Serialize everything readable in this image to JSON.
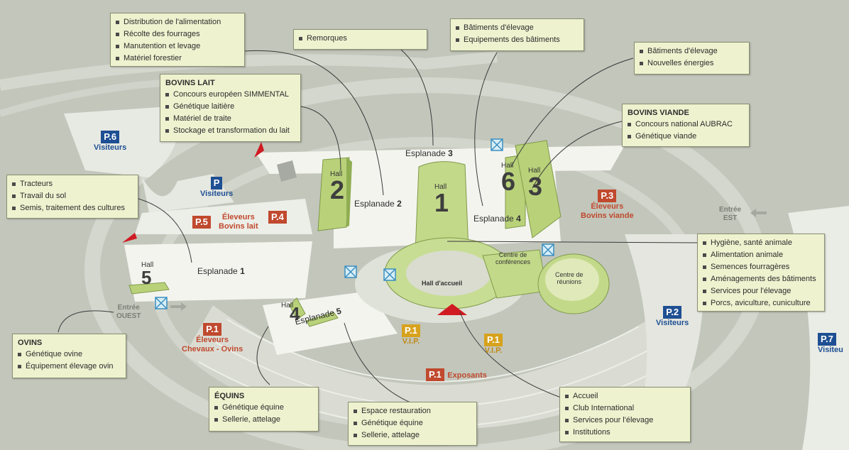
{
  "info_boxes": {
    "machinery": {
      "items": [
        "Distribution de l'alimentation",
        "Récolte des fourrages",
        "Manutention et levage",
        "Matériel forestier"
      ]
    },
    "trailers": {
      "items": [
        "Remorques"
      ]
    },
    "buildings_hall6": {
      "items": [
        "Bâtiments d'élevage",
        "Equipements des bâtiments"
      ]
    },
    "buildings_hall3": {
      "items": [
        "Bâtiments d'élevage",
        "Nouvelles énergies"
      ]
    },
    "bovins_lait": {
      "title": "BOVINS LAIT",
      "items": [
        "Concours européen SIMMENTAL",
        "Génétique laitière",
        "Matériel de traite",
        "Stockage et transformation du lait"
      ]
    },
    "bovins_viande": {
      "title": "BOVINS VIANDE",
      "items": [
        "Concours national AUBRAC",
        "Génétique viande"
      ]
    },
    "tractors": {
      "items": [
        "Tracteurs",
        "Travail du sol",
        "Semis, traitement des cultures"
      ]
    },
    "hall_services": {
      "items": [
        "Hygiène, santé animale",
        "Alimentation animale",
        "Semences fourragères",
        "Aménagements des bâtiments",
        "Services pour l'élevage",
        "Porcs, aviculture, cuniculture"
      ]
    },
    "ovins": {
      "title": "OVINS",
      "items": [
        "Génétique ovine",
        "Équipement élevage ovin"
      ]
    },
    "equins": {
      "title": "ÉQUINS",
      "items": [
        "Génétique équine",
        "Sellerie, attelage"
      ]
    },
    "restauration": {
      "items": [
        "Espace restauration",
        "Génétique équine",
        "Sellerie, attelage"
      ]
    },
    "accueil": {
      "items": [
        "Accueil",
        "Club International",
        "Services pour l'élevage",
        "Institutions"
      ]
    }
  },
  "halls": {
    "hall1": {
      "word": "Hall",
      "num": "1"
    },
    "hall2": {
      "word": "Hall",
      "num": "2"
    },
    "hall3": {
      "word": "Hall",
      "num": "3"
    },
    "hall4": {
      "word": "Hall",
      "num": "4"
    },
    "hall5": {
      "word": "Hall",
      "num": "5"
    },
    "hall6": {
      "word": "Hall",
      "num": "6"
    }
  },
  "esplanades": {
    "e1": {
      "word": "Esplanade",
      "num": "1"
    },
    "e2": {
      "word": "Esplanade",
      "num": "2"
    },
    "e3": {
      "word": "Esplanade",
      "num": "3"
    },
    "e4": {
      "word": "Esplanade",
      "num": "4"
    },
    "e5": {
      "word": "Esplanade",
      "num": "5"
    }
  },
  "parkings": {
    "p6": {
      "badge": "P.6",
      "label": "Visiteurs"
    },
    "p": {
      "badge": "P",
      "label": "Visiteurs"
    },
    "p5": {
      "badge": "P.5"
    },
    "p4": {
      "badge": "P.4"
    },
    "p5p4_label": {
      "line1": "Éleveurs",
      "line2": "Bovins lait"
    },
    "p3": {
      "badge": "P.3",
      "line1": "Éleveurs",
      "line2": "Bovins viande"
    },
    "p2": {
      "badge": "P.2",
      "label": "Visiteurs"
    },
    "p7": {
      "badge": "P.7",
      "label": "Visiteu"
    },
    "p1_chevaux": {
      "badge": "P.1",
      "line1": "Éleveurs",
      "line2": "Chevaux - Ovins"
    },
    "p1_vip_left": {
      "badge": "P.1",
      "label": "V.I.P."
    },
    "p1_vip_right": {
      "badge": "P.1",
      "label": "V.I.P."
    },
    "p1_exposants": {
      "badge": "P.1",
      "label": "Exposants"
    }
  },
  "places": {
    "hall_accueil": "Hall d'accueil",
    "centre_conf_1": "Centre de",
    "centre_conf_2": "conférences",
    "centre_reunions_1": "Centre de",
    "centre_reunions_2": "réunions"
  },
  "entrances": {
    "ouest": {
      "line1": "Entrée",
      "line2": "OUEST"
    },
    "est": {
      "line1": "Entrée",
      "line2": "EST"
    }
  },
  "colors": {
    "background": "#bfc3b8",
    "road": "#d4d7cd",
    "esplanade": "#f4f4ef",
    "hall_green": "#b9d27a",
    "box_bg": "#eef2cf",
    "parking_blue": "#1e4f93",
    "parking_red": "#c0492e",
    "parking_gold": "#d7a21d",
    "arrow_red": "#d01b22"
  }
}
